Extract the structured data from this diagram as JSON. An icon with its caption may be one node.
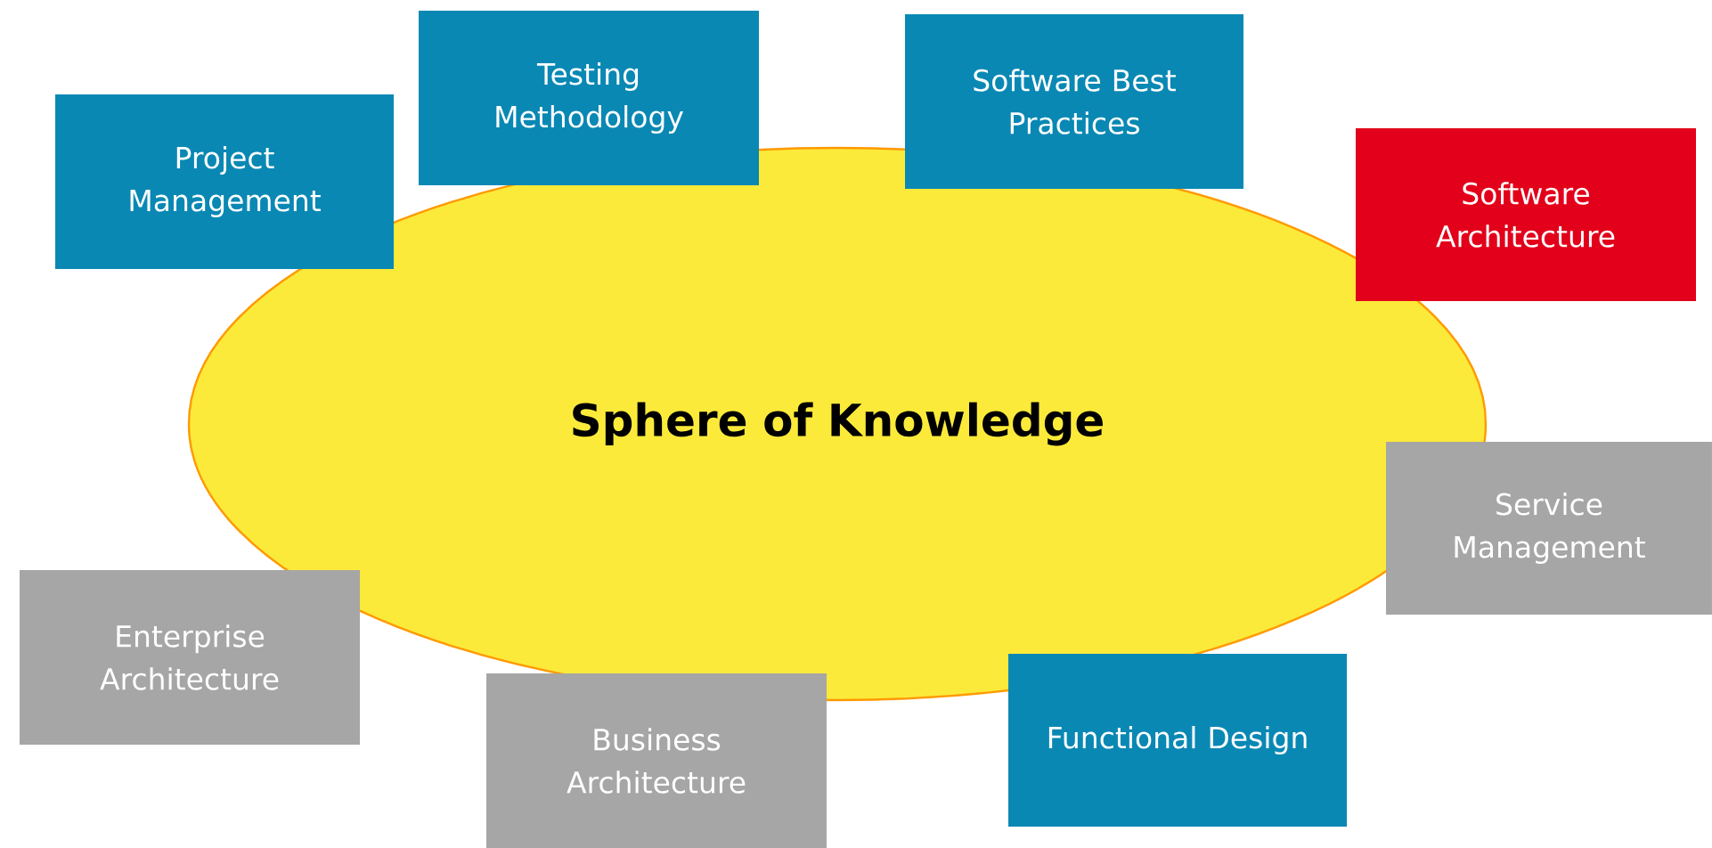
{
  "diagram": {
    "nodes": [
      {
        "text": [
          "Testing Methodology"
        ]
      },
      {
        "text": [
          "Software Best Practices"
        ]
      },
      {
        "text": [
          "Project Management"
        ]
      },
      {
        "text": [
          "Software Architecture"
        ]
      },
      {
        "text": [
          "Sphere of Knowledge"
        ]
      },
      {
        "text": [
          "Service Management"
        ]
      },
      {
        "text": [
          "Enterprise Architecture"
        ]
      },
      {
        "text": [
          "Business Architecture"
        ]
      },
      {
        "text": [
          "Functional Design"
        ]
      }
    ]
  }
}
